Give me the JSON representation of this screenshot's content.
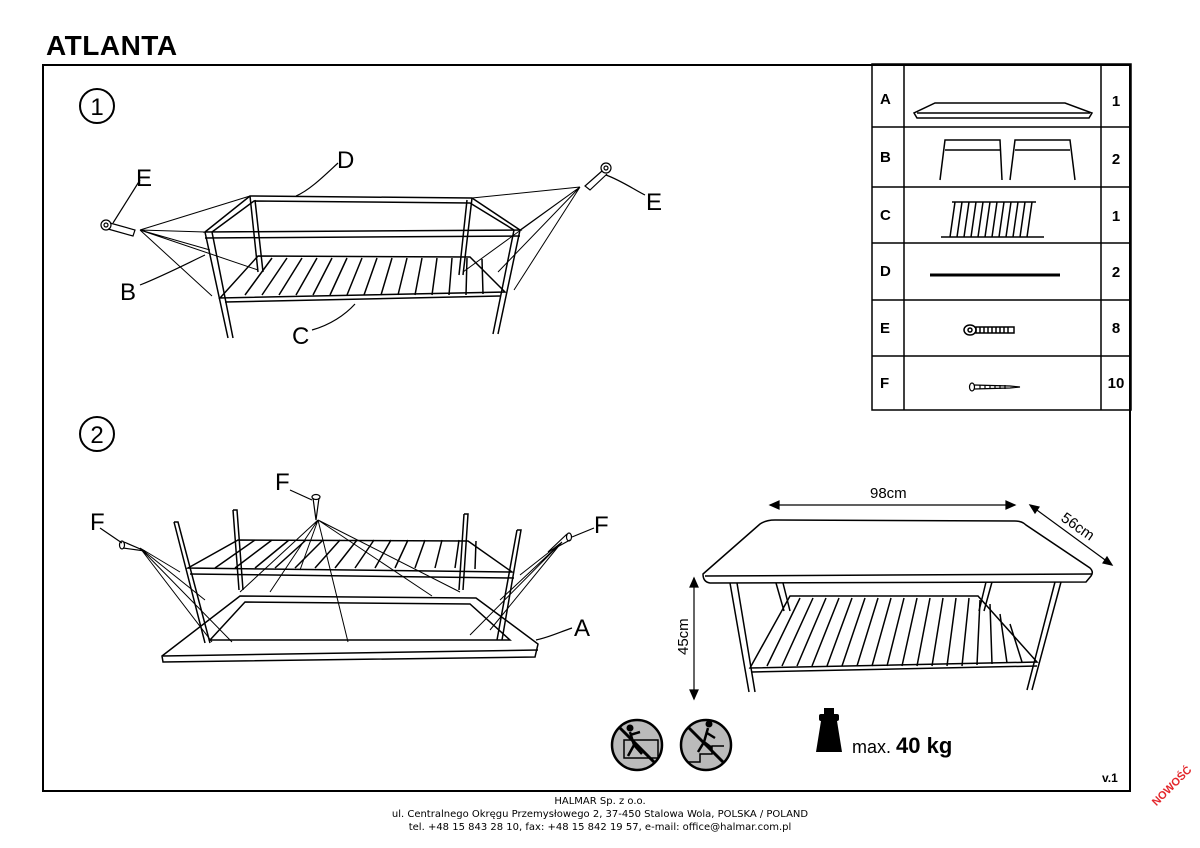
{
  "header": {
    "title": "ATLANTA"
  },
  "steps": [
    "1",
    "2"
  ],
  "parts": [
    {
      "letter": "A",
      "qty": "1",
      "icon": "table-top-icon"
    },
    {
      "letter": "B",
      "qty": "2",
      "icon": "leg-frame-icon"
    },
    {
      "letter": "C",
      "qty": "1",
      "icon": "slatted-shelf-icon"
    },
    {
      "letter": "D",
      "qty": "2",
      "icon": "rail-bar-icon"
    },
    {
      "letter": "E",
      "qty": "8",
      "icon": "bolt-icon"
    },
    {
      "letter": "F",
      "qty": "10",
      "icon": "screw-icon"
    }
  ],
  "callouts_step1": {
    "d": "D",
    "e_left": "E",
    "e_right": "E",
    "b": "B",
    "c": "C"
  },
  "callouts_step2": {
    "f_top": "F",
    "f_left": "F",
    "f_right": "F",
    "a": "A"
  },
  "dimensions": {
    "width": "98cm",
    "depth": "56cm",
    "height": "45cm"
  },
  "load": {
    "prefix": "max.",
    "value": "40 kg"
  },
  "warnings": [
    "no-standing-on-table-icon",
    "no-climbing-icon"
  ],
  "version": "v.1",
  "footer": {
    "company": "HALMAR Sp. z o.o.",
    "address": "ul. Centralnego Okręgu Przemysłowego 2, 37-450 Stalowa Wola, POLSKA / POLAND",
    "contact": "tel. +48 15 843 28 10, fax: +48 15 842 19 57, e-mail: office@halmar.com.pl"
  },
  "badge": "NOWOŚĆ"
}
